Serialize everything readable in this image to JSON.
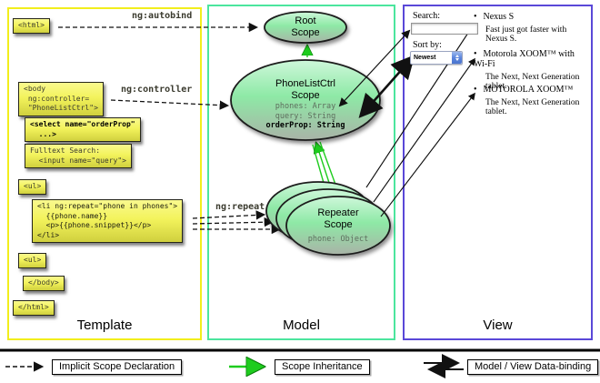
{
  "columns": {
    "template": "Template",
    "model": "Model",
    "view": "View"
  },
  "code": {
    "html_open": "<html>",
    "body_open": "<body\n ng:controller=\n \"PhoneListCtrl\">",
    "select": "<select name=\"orderProp\"\n  ...>",
    "fulltext": "Fulltext Search:\n  <input name=\"query\">",
    "ul_open": "<ul>",
    "li_repeat": "<li ng:repeat=\"phone in phones\">\n  {{phone.name}}\n  <p>{{phone.snippet}}</p>\n</li>",
    "ul_close": "<ul>",
    "body_close": "</body>",
    "html_close": "</html>"
  },
  "directive_labels": {
    "autobind": "ng:autobind",
    "controller": "ng:controller",
    "repeat": "ng:repeat"
  },
  "model": {
    "root_scope": {
      "title": "Root\nScope"
    },
    "phonelist_scope": {
      "title": "PhoneListCtrl\nScope",
      "props": [
        "phones: Array",
        "query: String",
        "orderProp: String"
      ]
    },
    "repeater_scope": {
      "title": "Repeater\nScope",
      "prop": "phone: Object"
    }
  },
  "view": {
    "search_label": "Search:",
    "sort_label": "Sort by:",
    "sort_value": "Newest",
    "bullet": "•",
    "items": [
      {
        "name": "Nexus S",
        "desc": "Fast just got faster with Nexus S."
      },
      {
        "name": "Motorola XOOM™  with Wi-Fi",
        "desc": "The Next, Next Generation tablet."
      },
      {
        "name": "MOTOROLA XOOM™",
        "desc": "The Next, Next Generation tablet."
      }
    ]
  },
  "legend": {
    "implicit": "Implicit Scope Declaration",
    "inheritance": "Scope Inheritance",
    "databinding": "Model / View Data-binding"
  },
  "colors": {
    "template_border": "#f2ee1c",
    "model_border": "#4ce59e",
    "view_border": "#5a48d8",
    "box_yellow": "#f3f35c",
    "scope_green": "#8ee9a6",
    "arrow_green": "#1ecc1e"
  }
}
